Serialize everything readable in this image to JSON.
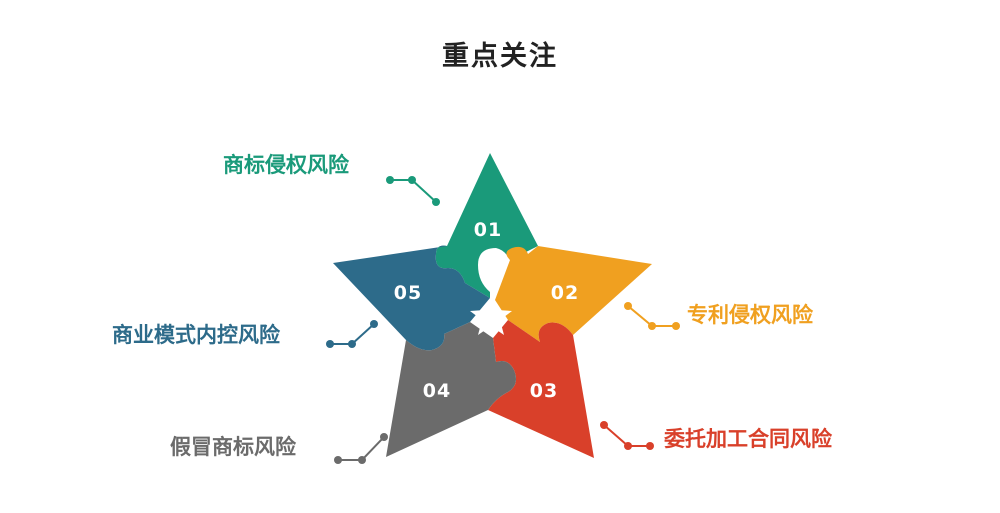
{
  "title": "重点关注",
  "segments": [
    {
      "id": "01",
      "label": "商标侵权风险",
      "color": "#1a9a7a"
    },
    {
      "id": "02",
      "label": "专利侵权风险",
      "color": "#f0a020"
    },
    {
      "id": "03",
      "label": "委托加工合同风险",
      "color": "#d9402a"
    },
    {
      "id": "04",
      "label": "假冒商标风险",
      "color": "#6b6b6b"
    },
    {
      "id": "05",
      "label": "商业模式内控风险",
      "color": "#2d6b8a"
    }
  ]
}
